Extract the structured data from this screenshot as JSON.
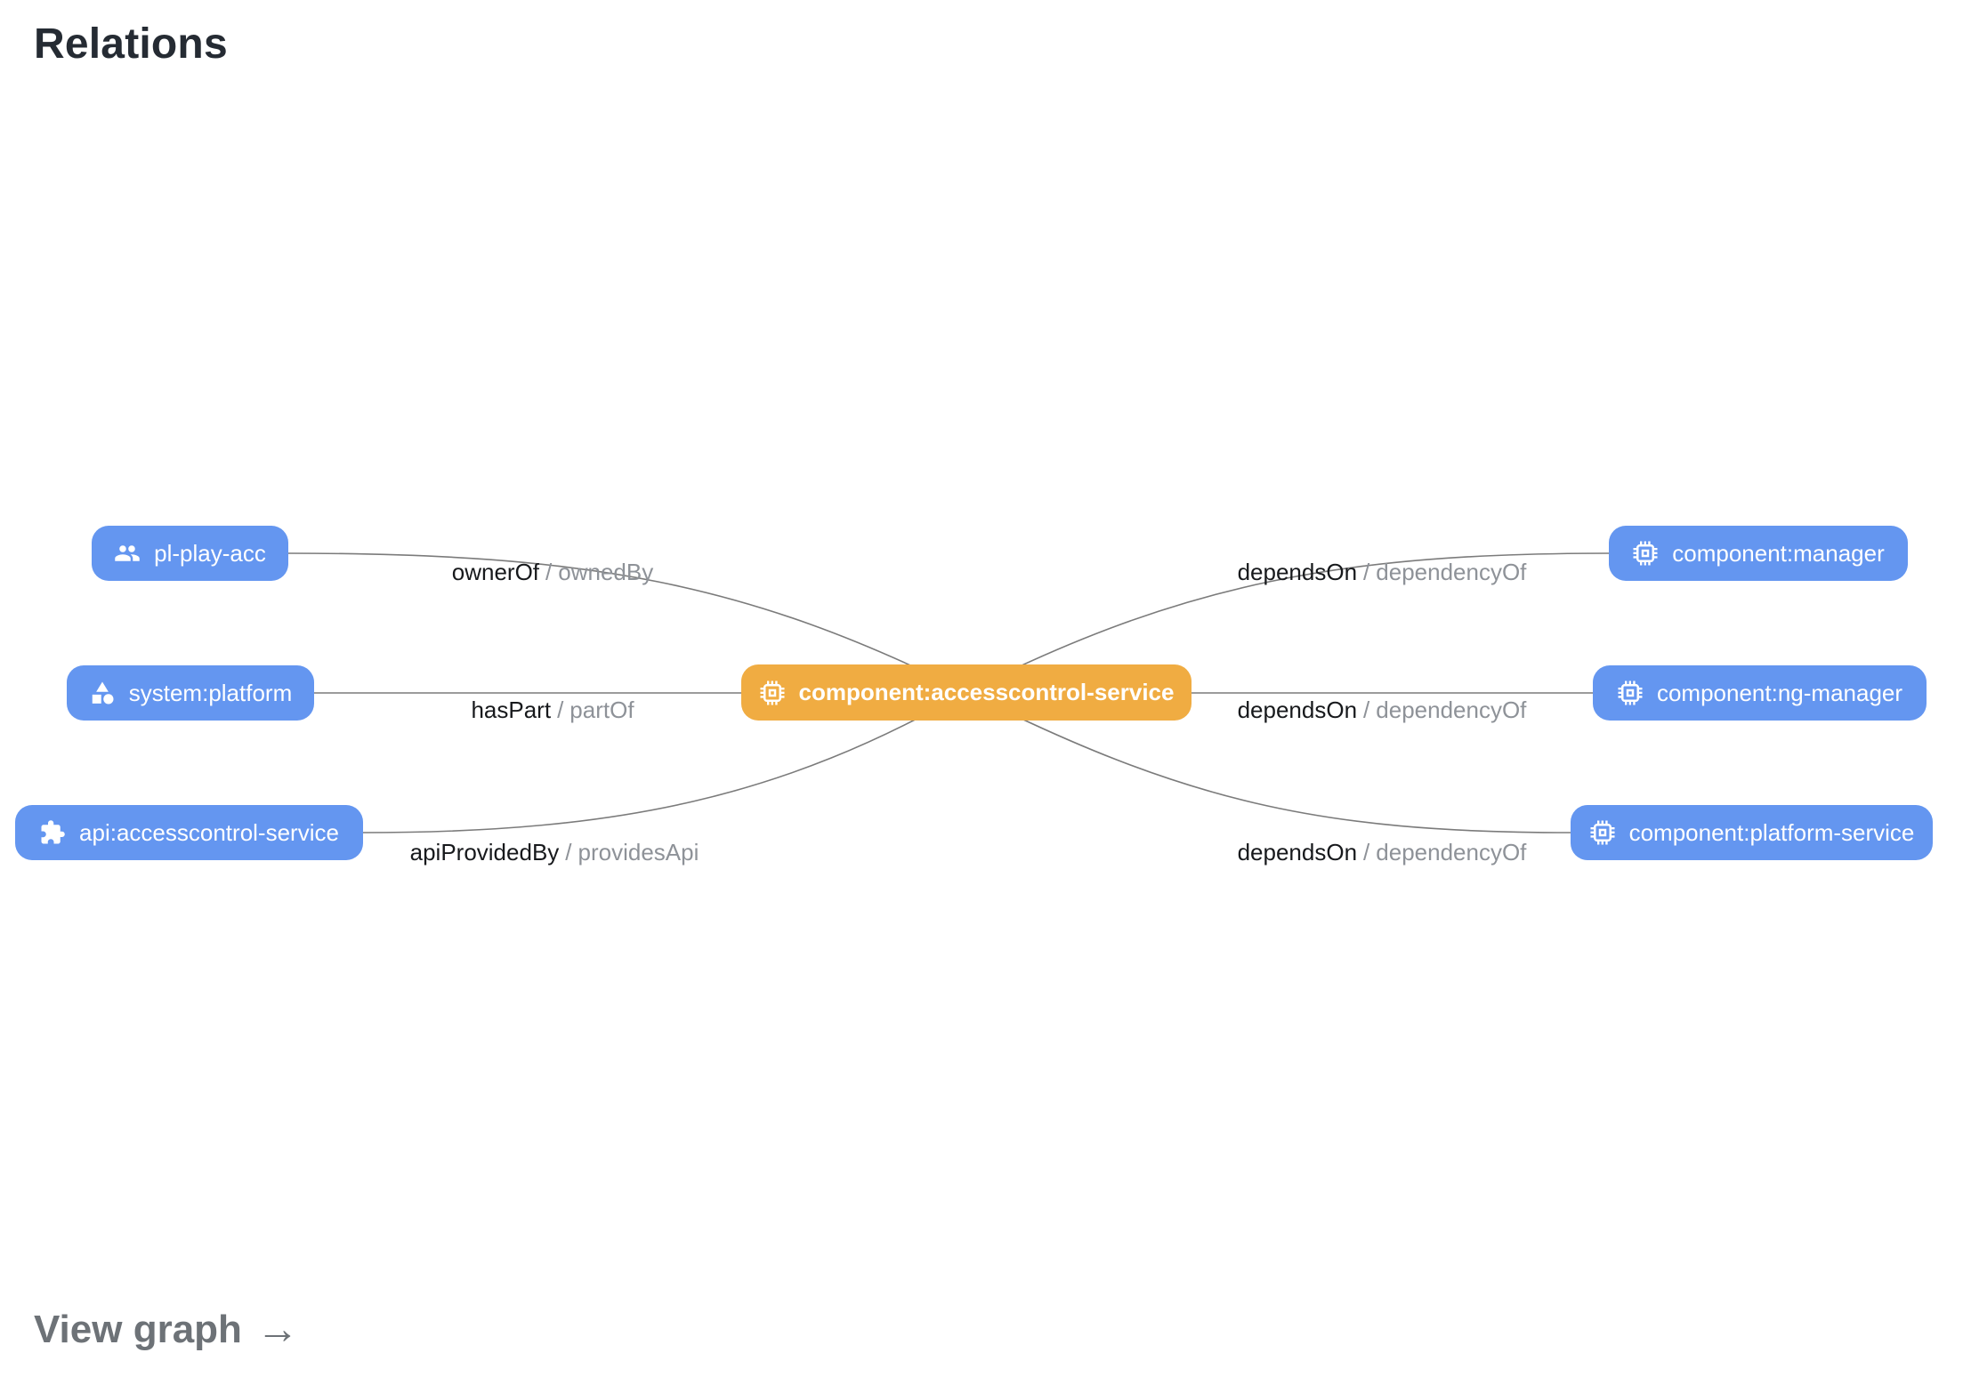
{
  "title": "Relations",
  "colors": {
    "node_blue": "#6496F0",
    "node_orange": "#F0AC42",
    "edge_line": "#7b7b7b",
    "label_primary": "#17191c",
    "label_secondary": "#8e9298"
  },
  "graph": {
    "center_node": {
      "label": "component:accesscontrol-service",
      "icon": "chip-icon"
    },
    "left_nodes": [
      {
        "label": "pl-play-acc",
        "icon": "group-icon"
      },
      {
        "label": "system:platform",
        "icon": "category-icon"
      },
      {
        "label": "api:accesscontrol-service",
        "icon": "puzzle-icon"
      }
    ],
    "right_nodes": [
      {
        "label": "component:manager",
        "icon": "chip-icon"
      },
      {
        "label": "component:ng-manager",
        "icon": "chip-icon"
      },
      {
        "label": "component:platform-service",
        "icon": "chip-icon"
      }
    ],
    "edges": [
      {
        "primary": "ownerOf",
        "separator": "/",
        "secondary": "ownedBy"
      },
      {
        "primary": "hasPart",
        "separator": "/",
        "secondary": "partOf"
      },
      {
        "primary": "apiProvidedBy",
        "separator": "/",
        "secondary": "providesApi"
      },
      {
        "primary": "dependsOn",
        "separator": "/",
        "secondary": "dependencyOf"
      },
      {
        "primary": "dependsOn",
        "separator": "/",
        "secondary": "dependencyOf"
      },
      {
        "primary": "dependsOn",
        "separator": "/",
        "secondary": "dependencyOf"
      }
    ]
  },
  "footer": {
    "view_graph_label": "View graph",
    "arrow_icon": "→"
  }
}
